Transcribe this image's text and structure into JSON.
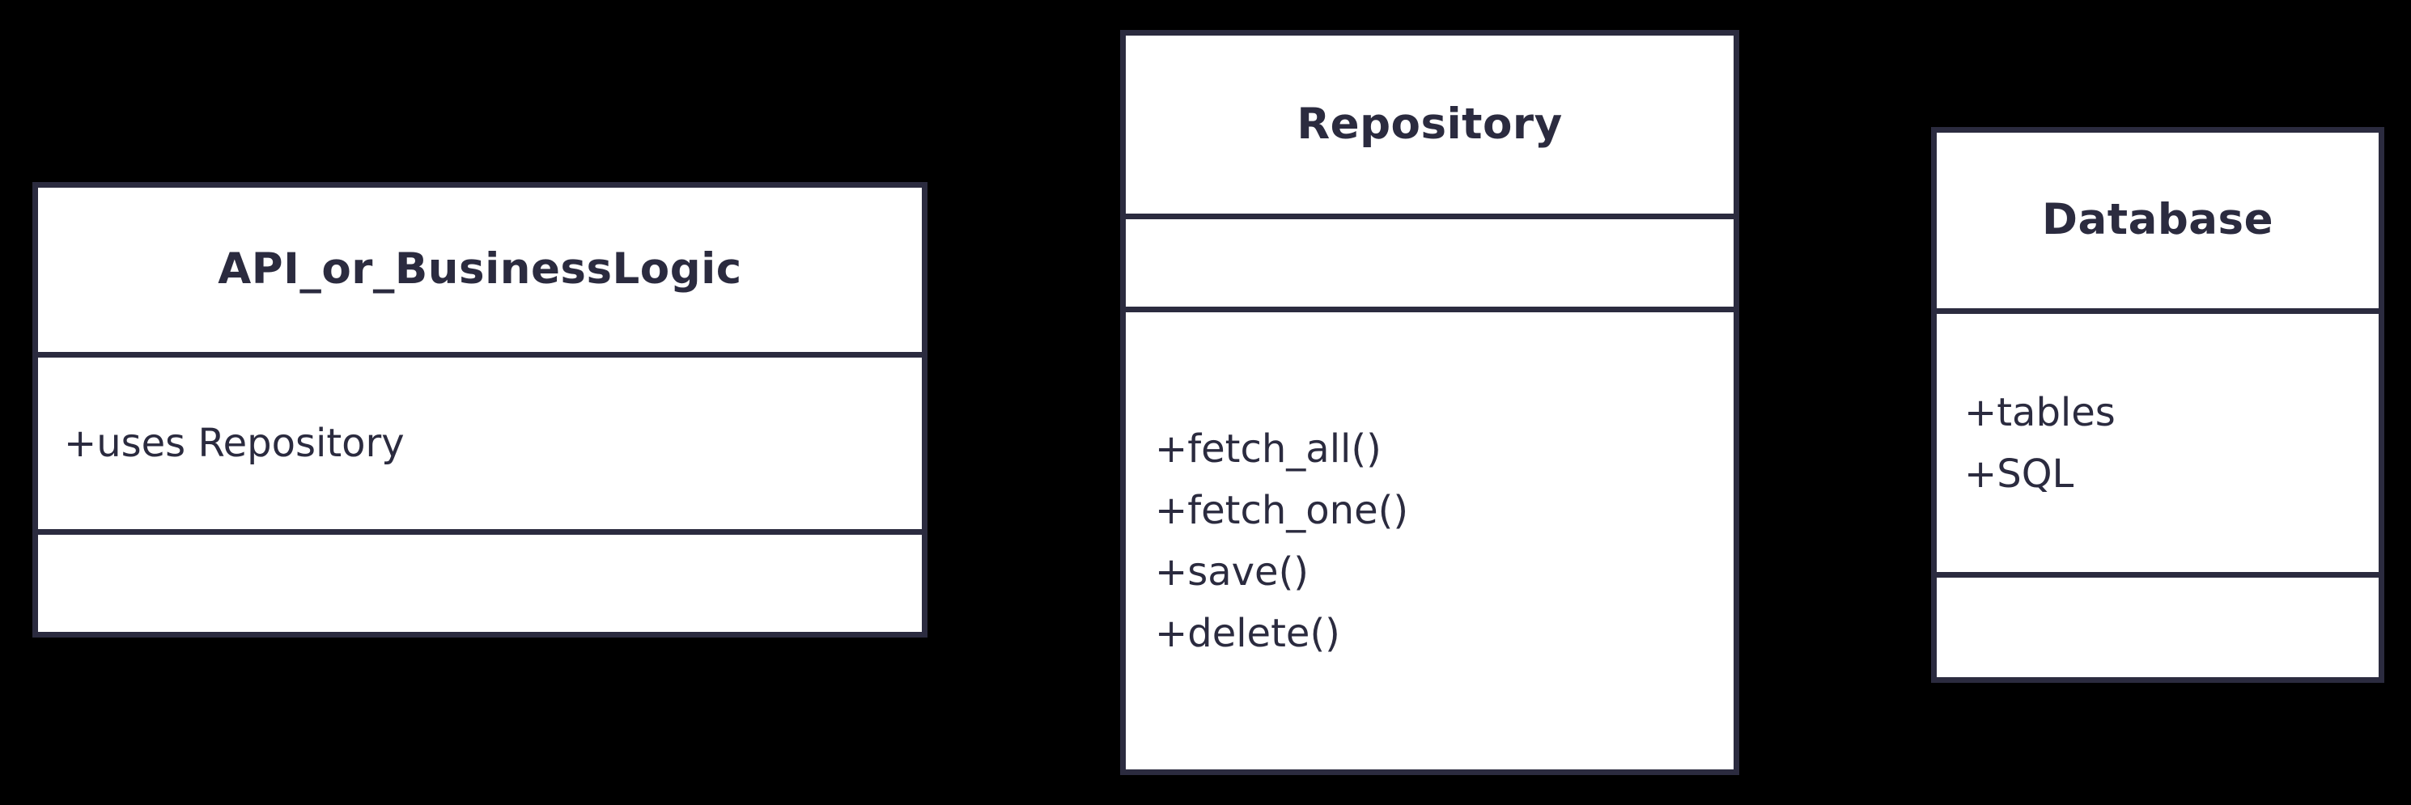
{
  "diagram": {
    "type": "uml-class-diagram",
    "background_color": "#000000",
    "stroke_color": "#2b2b3f",
    "fill_color": "#ffffff",
    "text_color": "#2b2b3f",
    "classes": [
      {
        "name": "API_or_BusinessLogic",
        "attributes": [
          "+uses Repository"
        ],
        "methods": []
      },
      {
        "name": "Repository",
        "attributes": [],
        "methods": [
          "+fetch_all()",
          "+fetch_one()",
          "+save()",
          "+delete()"
        ]
      },
      {
        "name": "Database",
        "attributes": [
          "+tables",
          "+SQL"
        ],
        "methods": []
      }
    ]
  }
}
